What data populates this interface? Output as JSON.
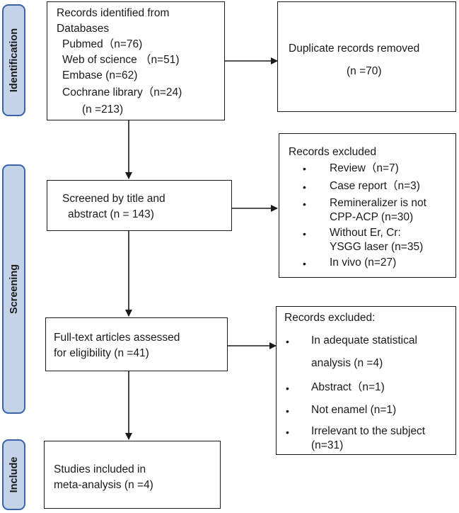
{
  "stages": {
    "identification": "Identification",
    "screening": "Screening",
    "include": "Include"
  },
  "identified": {
    "title_line1": "Records identified from",
    "title_line2": "Databases",
    "sources": [
      "Pubmed（n=76)",
      "Web of science （n=51)",
      "Embase (n=62)",
      "Cochrane library（n=24)"
    ],
    "total": "(n =213)"
  },
  "duplicates": {
    "label": "Duplicate records removed",
    "count": "(n =70)"
  },
  "screened": {
    "line1": "Screened by title and",
    "line2": "abstract (n = 143)"
  },
  "excluded_1": {
    "title": "Records excluded",
    "items": [
      "Review（n=7)",
      "Case report（n=3)",
      "Remineralizer is not",
      "CPP-ACP (n=30)",
      "Without Er, Cr:",
      "YSGG laser (n=35)",
      "In vivo (n=27)"
    ]
  },
  "fulltext": {
    "line1": "Full-text articles assessed",
    "line2": "for eligibility (n =41)"
  },
  "excluded_2": {
    "title": "Records excluded:",
    "items": [
      "In adequate statistical",
      "analysis (n =4)",
      "Abstract（n=1)",
      "Not enamel (n=1)",
      "Irrelevant to the subject",
      "(n=31)"
    ]
  },
  "included": {
    "line1": "Studies included in",
    "line2": "meta-analysis (n =4)"
  },
  "bullet_char": "•"
}
